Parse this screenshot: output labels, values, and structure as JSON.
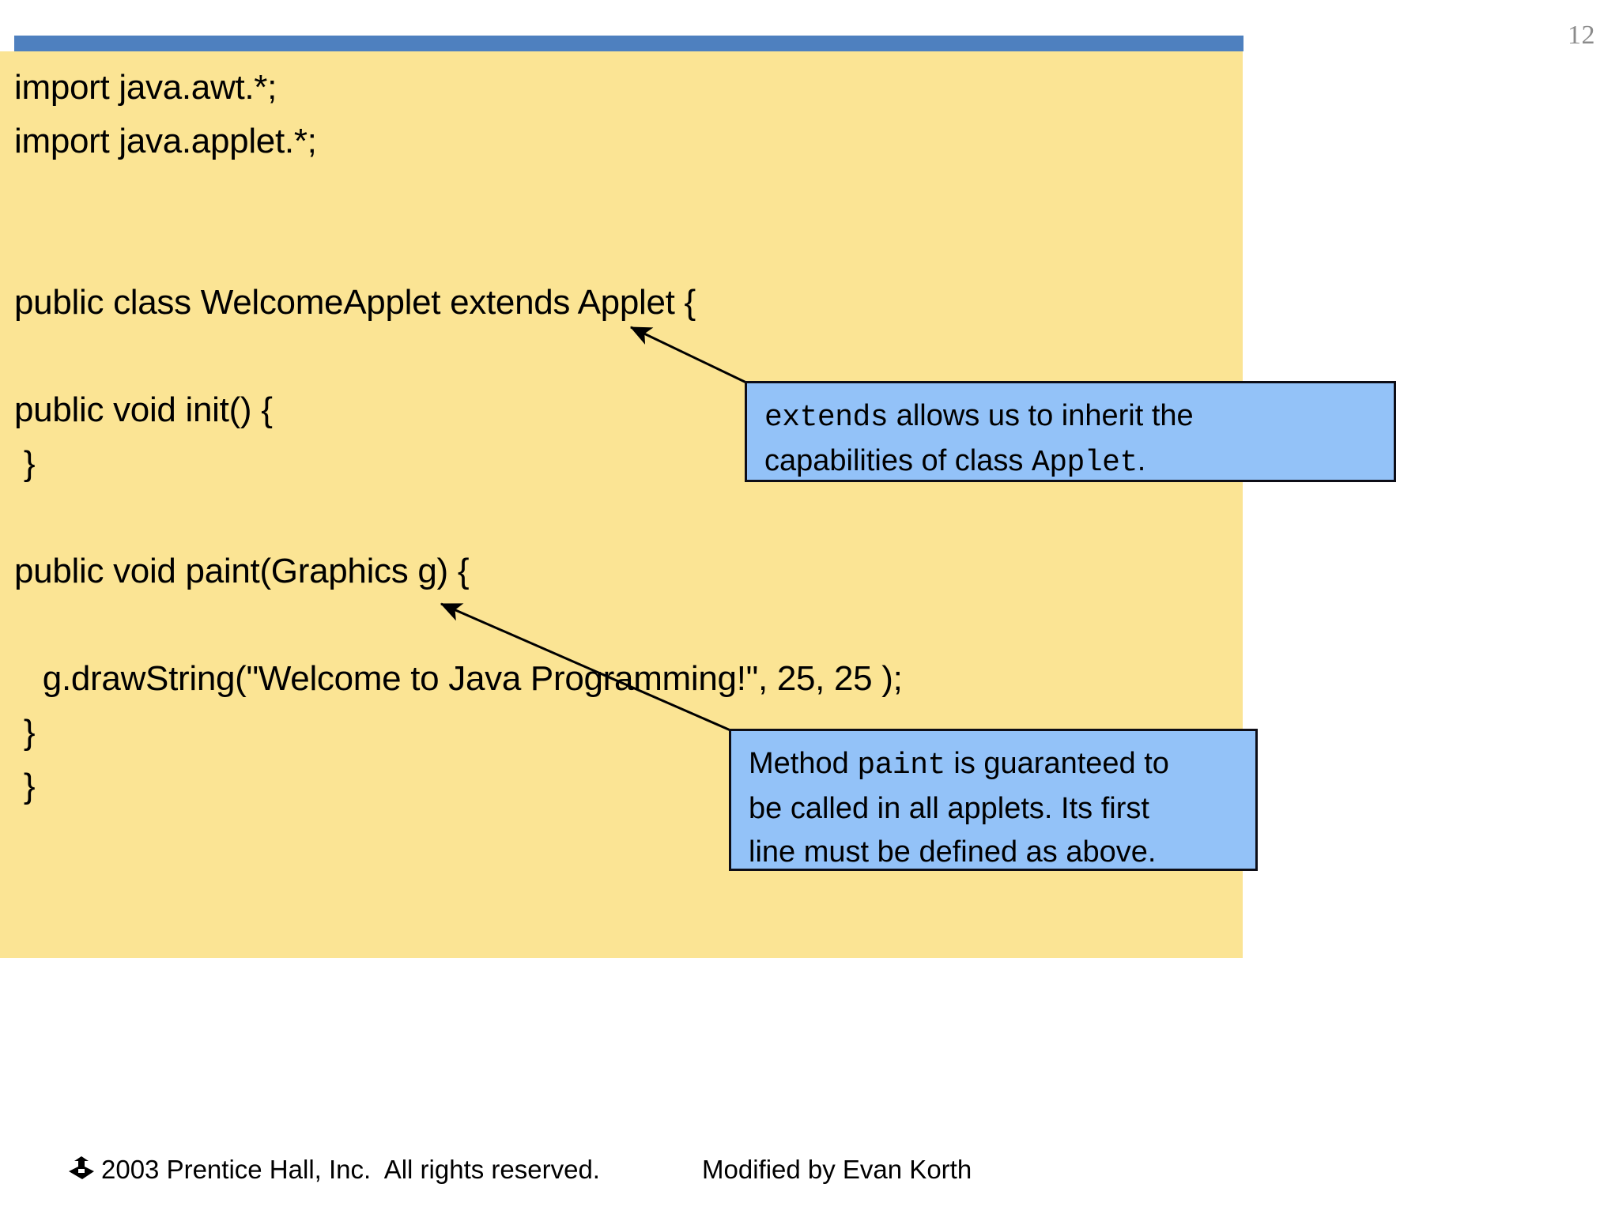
{
  "slide": {
    "number": "12",
    "accent_bar_color": "#4e80bf",
    "panel_color": "#fbe494",
    "callout_color": "#93c2f8",
    "callout_border_color": "#0d0d16"
  },
  "code": {
    "lines": [
      "import java.awt.*;",
      "import java.applet.*;",
      "",
      "",
      "public class WelcomeApplet extends Applet {",
      "",
      "public void init() {",
      " }",
      "",
      "public void paint(Graphics g) {",
      "",
      "   g.drawString(\"Welcome to Java Programming!\", 25, 25 );",
      " }",
      " }"
    ]
  },
  "callouts": [
    {
      "id": "extends",
      "line1_mono": "extends",
      "line1_rest": " allows us to inherit the",
      "line2_pre": "capabilities of class ",
      "line2_mono": "Applet",
      "line2_post": "."
    },
    {
      "id": "paint",
      "line1_pre": "Method ",
      "line1_mono": "paint",
      "line1_post": " is guaranteed to",
      "line2": "be called in all applets.  Its first",
      "line3": "line must be defined as above."
    }
  ],
  "footer": {
    "logo_name": "prentice-hall-logo",
    "copyright": "2003 Prentice Hall, Inc.  All rights reserved.",
    "modified_by": "Modified by Evan Korth"
  }
}
